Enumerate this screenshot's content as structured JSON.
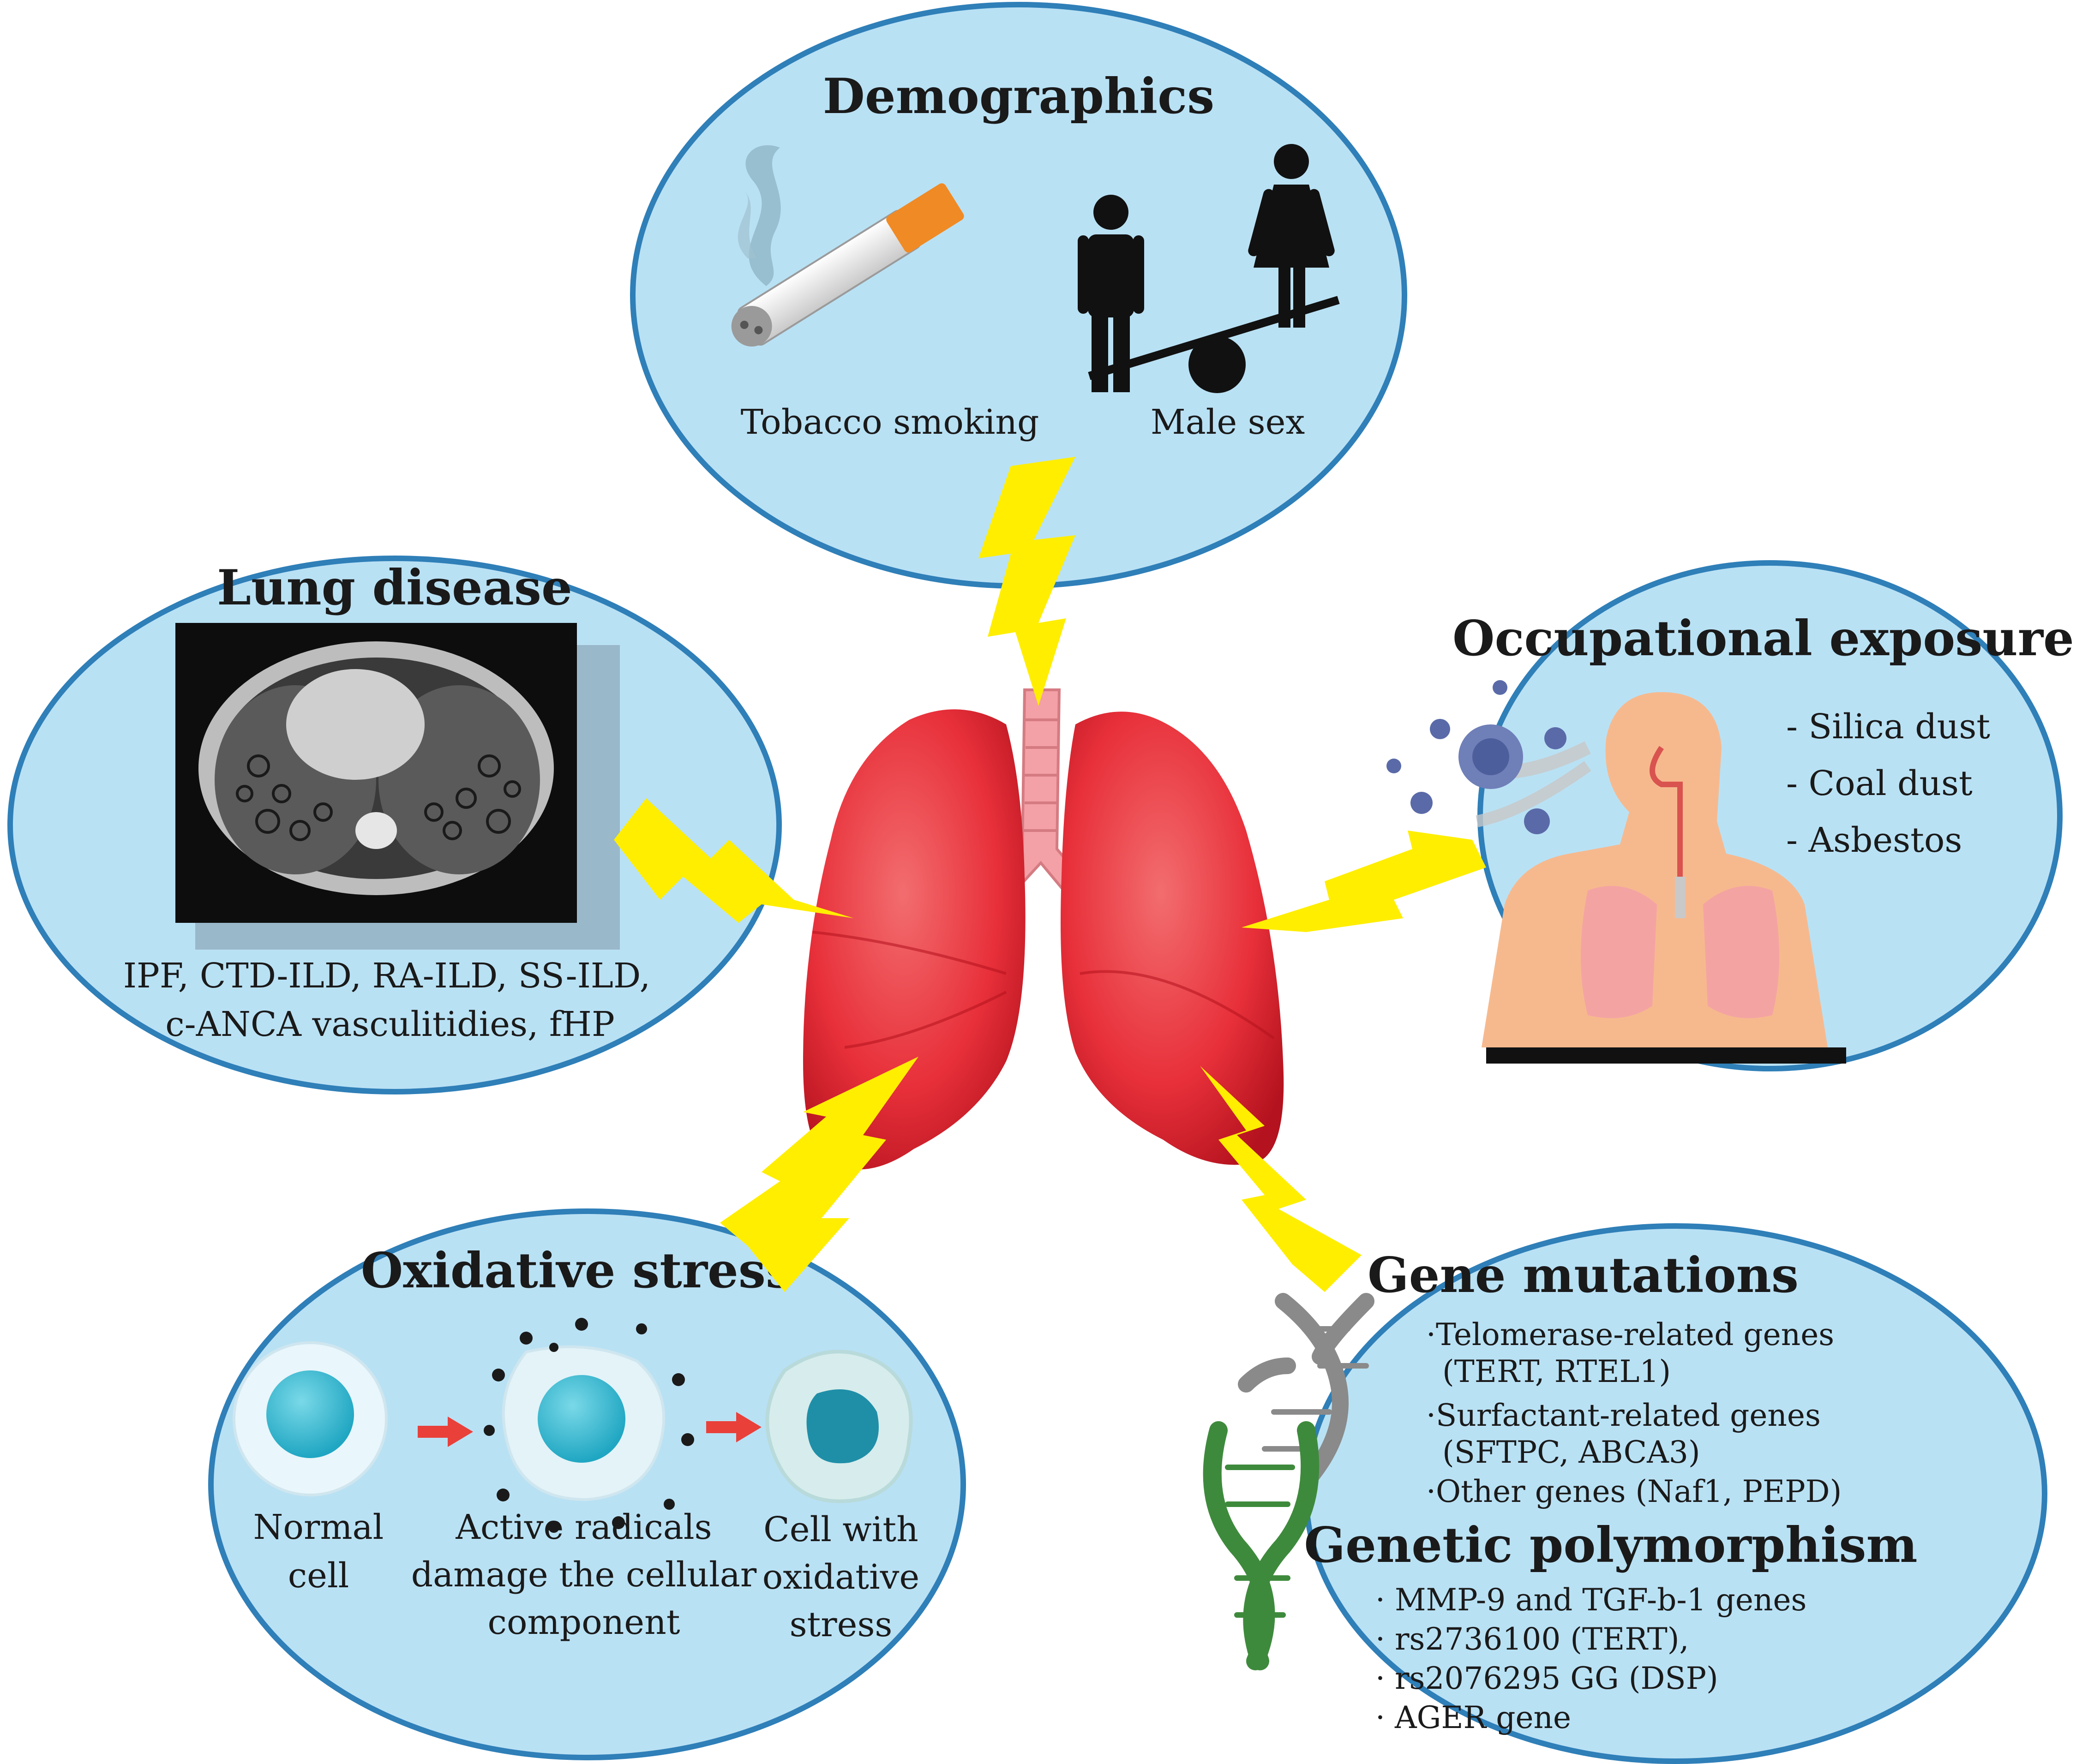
{
  "demographics": {
    "title": "Demographics",
    "labels": [
      "Tobacco smoking",
      "Male sex"
    ]
  },
  "lung_disease": {
    "title": "Lung disease",
    "caption": [
      "IPF, CTD-ILD, RA-ILD, SS-ILD,",
      "c-ANCA vasculitidies, fHP"
    ]
  },
  "occupational": {
    "title": "Occupational exposures",
    "items": [
      "- Silica dust",
      "- Coal dust",
      "- Asbestos"
    ]
  },
  "oxidative": {
    "title": "Oxidative stress",
    "steps": [
      [
        "Normal",
        "cell"
      ],
      [
        "Active radicals",
        "damage the cellular",
        "component"
      ],
      [
        "Cell with",
        "oxidative",
        "stress"
      ]
    ]
  },
  "genes": {
    "title": "Gene mutations",
    "mutations": [
      "·Telomerase-related genes",
      "(TERT, RTEL1)",
      "·Surfactant-related genes",
      "(SFTPC, ABCA3)",
      "·Other genes (Naf1, PEPD)"
    ],
    "polymorphism_title": "Genetic polymorphism",
    "polymorphisms": [
      "· MMP-9 and TGF-b-1 genes",
      "· rs2736100 (TERT),",
      "· rs2076295 GG (DSP)",
      "· AGER gene"
    ]
  },
  "colors": {
    "bubble_fill": "#b9e1f4",
    "bubble_stroke": "#2f7fb8",
    "lightning": "#ffee00",
    "lung": "#e8303a",
    "arrow": "#e9403a",
    "dna_gray": "#8a8a8a",
    "dna_green": "#3e8a3c",
    "cell": "#47c2d8"
  }
}
